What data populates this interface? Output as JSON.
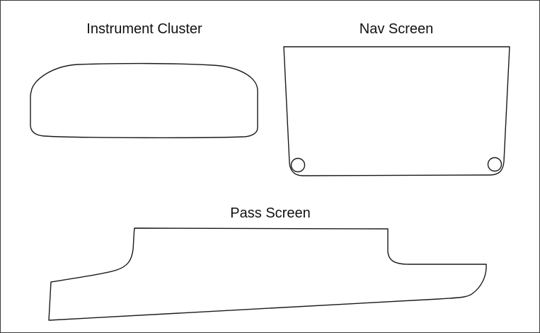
{
  "labels": {
    "instrument_cluster": "Instrument Cluster",
    "nav_screen": "Nav Screen",
    "pass_screen": "Pass Screen"
  },
  "colors": {
    "background": "#ffffff",
    "stroke": "#1a1a1a",
    "border": "#3a3a3a",
    "text": "#111111"
  }
}
